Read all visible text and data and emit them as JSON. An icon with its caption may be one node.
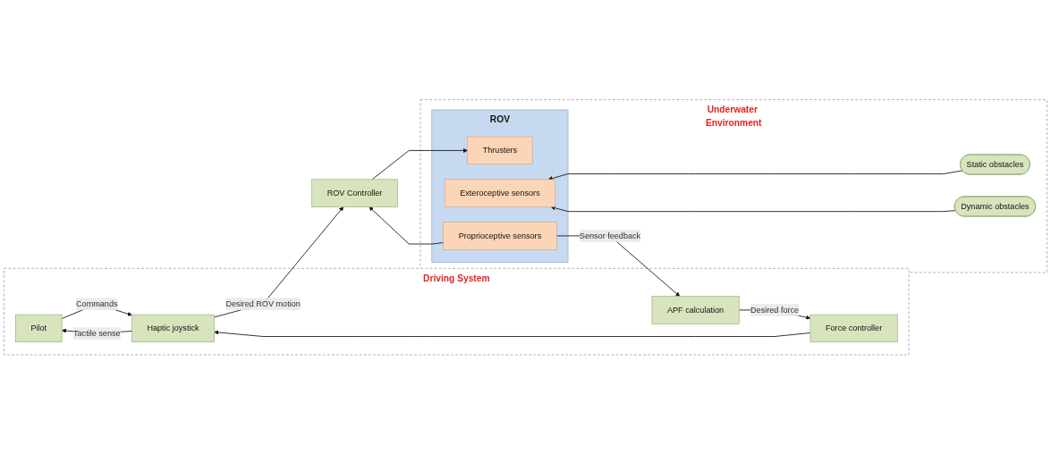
{
  "diagram": {
    "nodes": [
      {
        "text": [
          "Driving System"
        ]
      },
      {
        "text": [
          "Pilot"
        ],
        "in": 0
      },
      {
        "text": [
          "Haptic joystick"
        ],
        "in": 0
      },
      {
        "text": [
          "Force controller"
        ],
        "in": 0
      },
      {
        "text": [
          "APF calculation"
        ],
        "in": 0
      },
      {
        "text": [
          "ROV Controller"
        ]
      },
      {
        "text": [
          "Underwater Environment"
        ]
      },
      {
        "text": [
          "ROV"
        ],
        "in": 6
      },
      {
        "text": [
          "Thrusters"
        ],
        "in": 7
      },
      {
        "text": [
          "Exteroceptive sensors"
        ],
        "in": 7
      },
      {
        "text": [
          "Proprioceptive sensors"
        ],
        "in": 7
      },
      {
        "text": [
          "Static obstacles"
        ],
        "in": 6
      },
      {
        "text": [
          "Dynamic obstacles"
        ],
        "in": 6
      }
    ],
    "edges": [
      {
        "from": 1,
        "to": 2,
        "arrow": "to",
        "label": "Commands"
      },
      {
        "from": 2,
        "to": 1,
        "arrow": "to",
        "label": "Tactile sense"
      },
      {
        "from": 2,
        "to": 5,
        "arrow": "to",
        "label": "Desired ROV motion"
      },
      {
        "from": 3,
        "to": 2,
        "arrow": "to"
      },
      {
        "from": 4,
        "to": 3,
        "arrow": "to",
        "label": "Desired force"
      },
      {
        "from": 5,
        "to": 8,
        "arrow": "to"
      },
      {
        "from": 11,
        "to": 9,
        "arrow": "to"
      },
      {
        "from": 12,
        "to": 9,
        "arrow": "to"
      },
      {
        "from": 10,
        "to": 4,
        "arrow": "to",
        "label": "Sensor feedback"
      },
      {
        "from": 10,
        "to": 5,
        "arrow": "to"
      }
    ]
  }
}
